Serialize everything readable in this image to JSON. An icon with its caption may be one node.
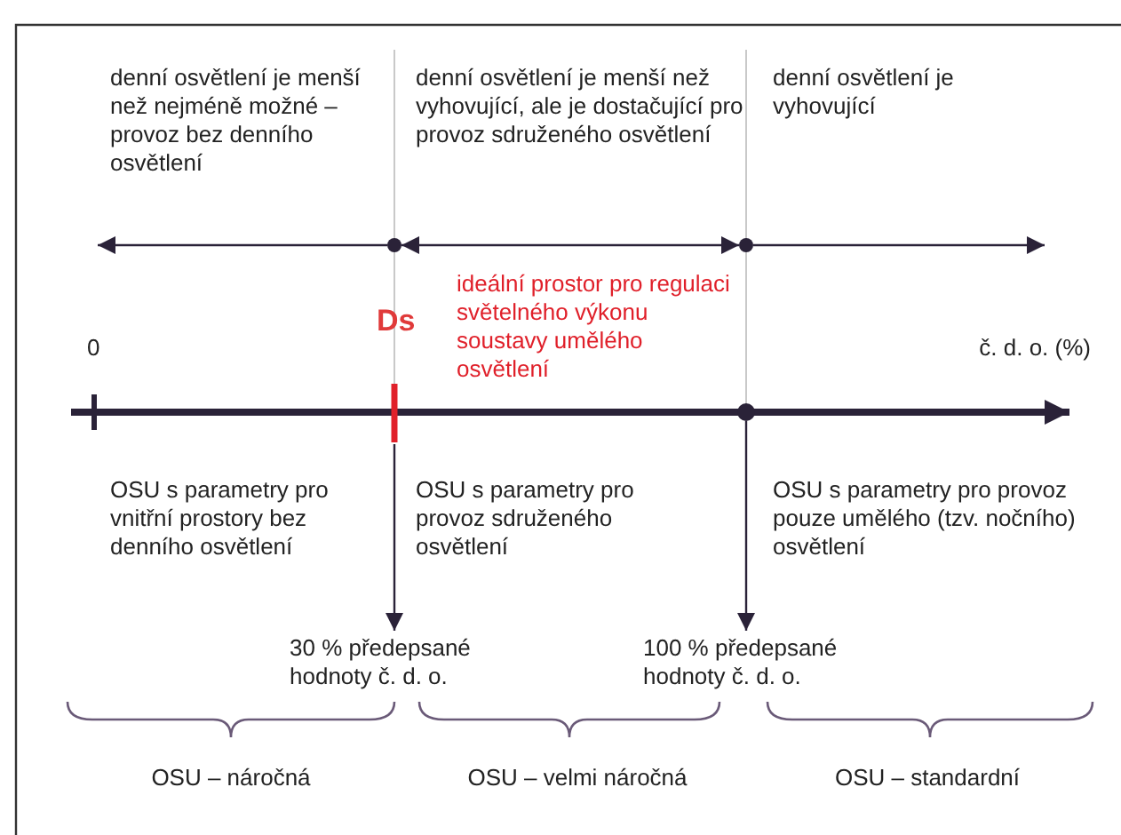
{
  "diagram": {
    "nodes": [
      {
        "text": [
          "30 % předepsané hodnoty č. d. o."
        ]
      },
      {
        "text": [
          "100 % předepsané hodnoty č. d. o."
        ]
      }
    ],
    "edges": [
      {
        "from": null,
        "to": 0,
        "arrow": "to"
      },
      {
        "from": null,
        "to": 1,
        "arrow": "to"
      }
    ],
    "labels": [
      "denní osvětlení je menší než nejméně možné – provoz bez denního osvětlení",
      "denní osvětlení je menší než vyhovující, ale je dostačující pro provoz sdruženého osvětlení",
      "denní osvětlení je vyhovující",
      "ideální prostor pro regulaci světelného výkonu soustavy umělého osvětlení",
      "Ds",
      "0",
      "č. d. o. (%)",
      "OSU s parametry pro vnitřní prostory bez denního osvětlení",
      "OSU s parametry pro provoz sdruženého osvětlení",
      "OSU s parametry pro provoz pouze umělého (tzv. nočního) osvětlení",
      "OSU – náročná",
      "OSU – velmi náročná",
      "OSU – standardní"
    ]
  }
}
